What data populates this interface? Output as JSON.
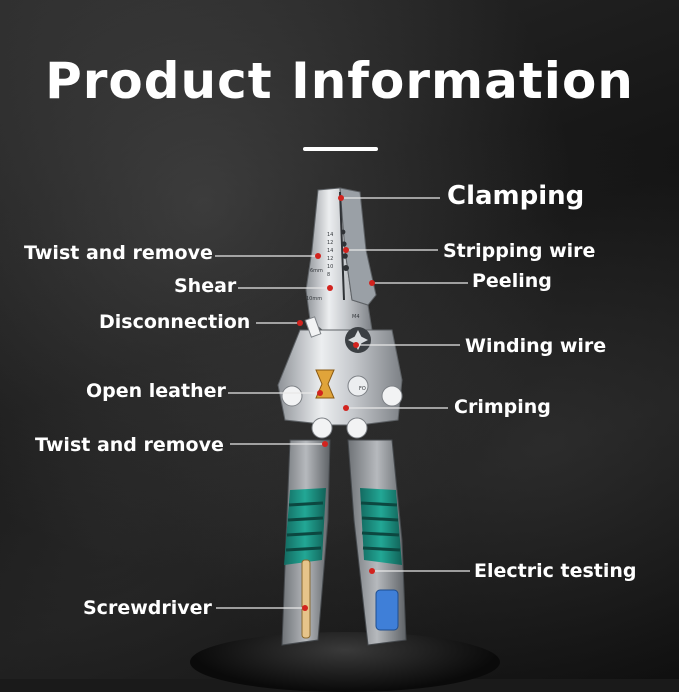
{
  "title": "Product Information",
  "labels": {
    "clamping": "Clamping",
    "twist_remove_top": "Twist and remove",
    "stripping_wire": "Stripping wire",
    "shear": "Shear",
    "peeling": "Peeling",
    "disconnection": "Disconnection",
    "winding_wire": "Winding wire",
    "open_leather": "Open leather",
    "crimping": "Crimping",
    "twist_remove_bottom": "Twist and remove",
    "electric_testing": "Electric testing",
    "screwdriver": "Screwdriver"
  },
  "tool_markings": {
    "gauges": [
      "14",
      "12",
      "14",
      "12",
      "10",
      "8"
    ],
    "size_a": "6mm",
    "size_b": "10mm",
    "thread": "M4",
    "crimp": "FO"
  },
  "colors": {
    "handle_accent": "#1d9a8a",
    "marker_dot": "#d2231e",
    "steel": "#d9dcdf"
  }
}
